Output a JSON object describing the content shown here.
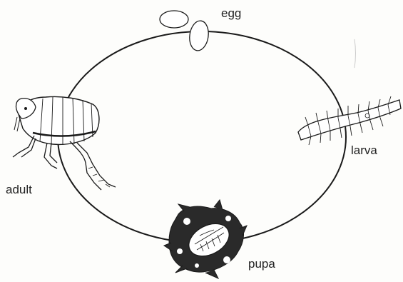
{
  "diagram": {
    "stages": [
      {
        "id": "egg",
        "label": "egg"
      },
      {
        "id": "larva",
        "label": "larva"
      },
      {
        "id": "pupa",
        "label": "pupa"
      },
      {
        "id": "adult",
        "label": "adult"
      }
    ]
  },
  "colors": {
    "line": "#1a1a1a",
    "background": "#fdfdfb"
  }
}
